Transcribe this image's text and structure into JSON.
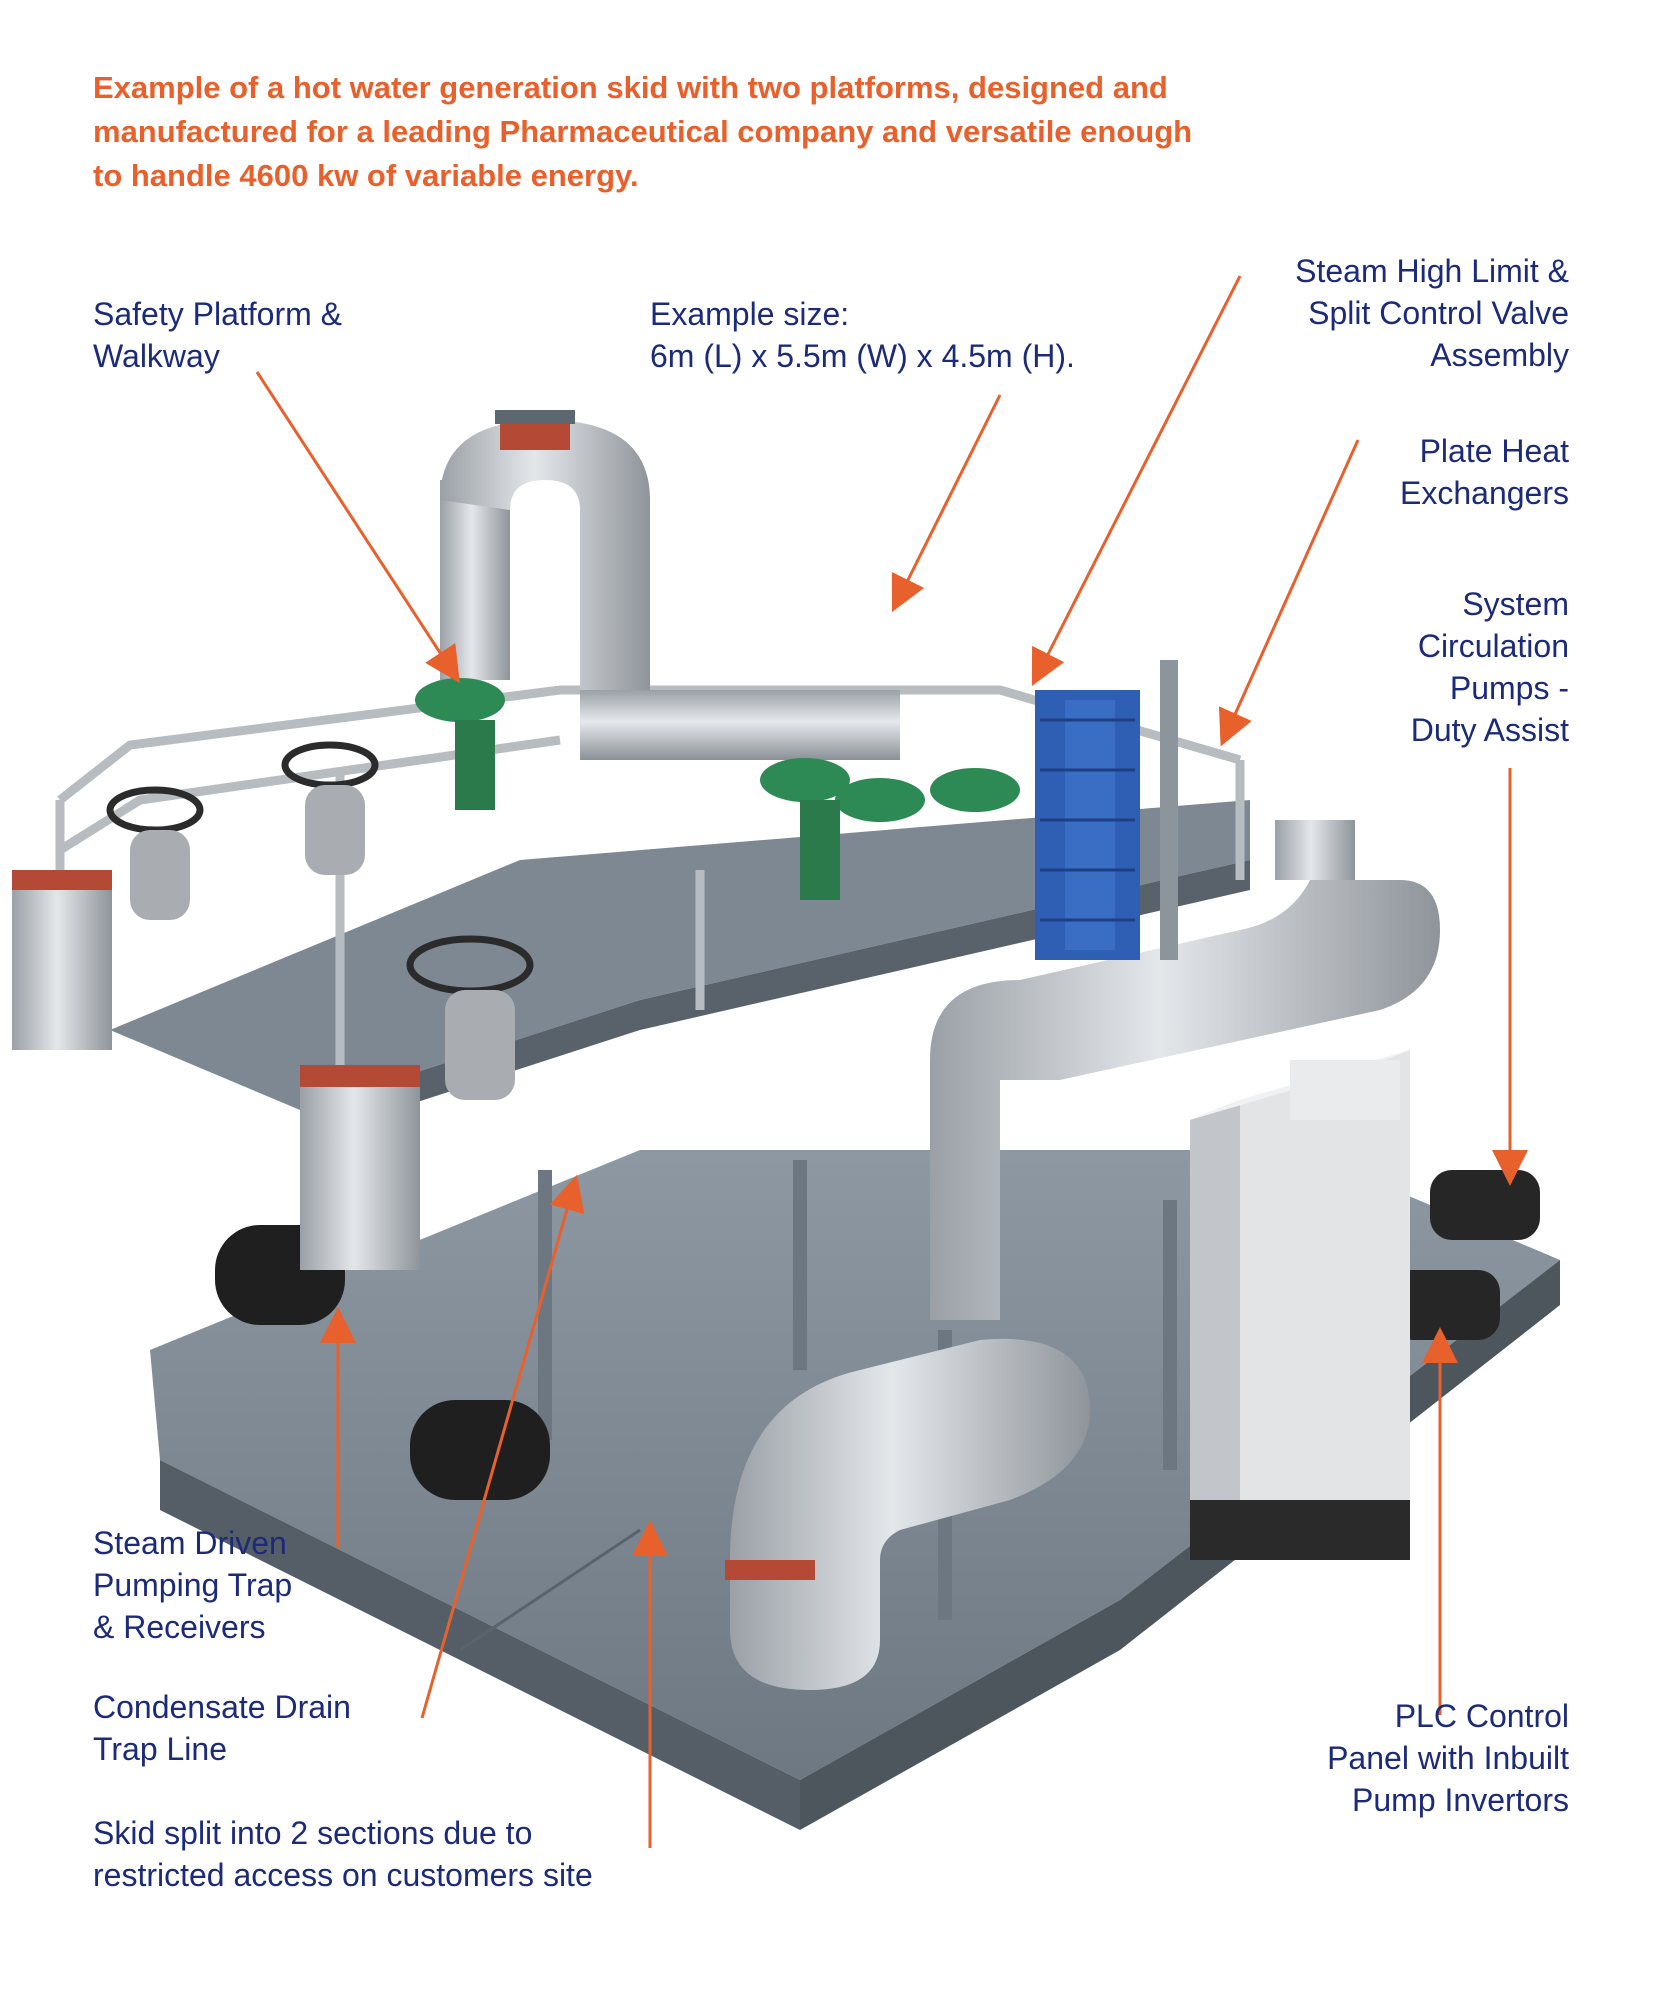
{
  "headline": {
    "lines": [
      "Example of a hot water generation skid with two platforms, designed and",
      "manufactured for a leading Pharmaceutical company and versatile enough",
      "to handle 4600 kw of variable energy."
    ]
  },
  "labels": {
    "safety_platform": {
      "lines": [
        "Safety Platform &",
        "Walkway"
      ]
    },
    "example_size": {
      "lines": [
        "Example size:",
        "6m (L) x 5.5m (W) x 4.5m (H)."
      ]
    },
    "steam_valve": {
      "lines": [
        "Steam High Limit &",
        "Split Control Valve",
        "Assembly"
      ]
    },
    "plate_heat": {
      "lines": [
        "Plate Heat",
        "Exchangers"
      ]
    },
    "pumps": {
      "lines": [
        "System",
        "Circulation",
        "Pumps -",
        "Duty Assist"
      ]
    },
    "pumping_trap": {
      "lines": [
        "Steam Driven",
        "Pumping Trap",
        "& Receivers"
      ]
    },
    "condensate": {
      "lines": [
        "Condensate Drain",
        "Trap Line"
      ]
    },
    "skid_split": {
      "lines": [
        "Skid split into 2 sections due to",
        "restricted access on customers site"
      ]
    },
    "plc_panel": {
      "lines": [
        "PLC Control",
        "Panel with Inbuilt",
        "Pump Invertors"
      ]
    }
  },
  "colors": {
    "headline": "#e8602c",
    "label": "#1c2a7a",
    "arrow": "#e8602c"
  }
}
